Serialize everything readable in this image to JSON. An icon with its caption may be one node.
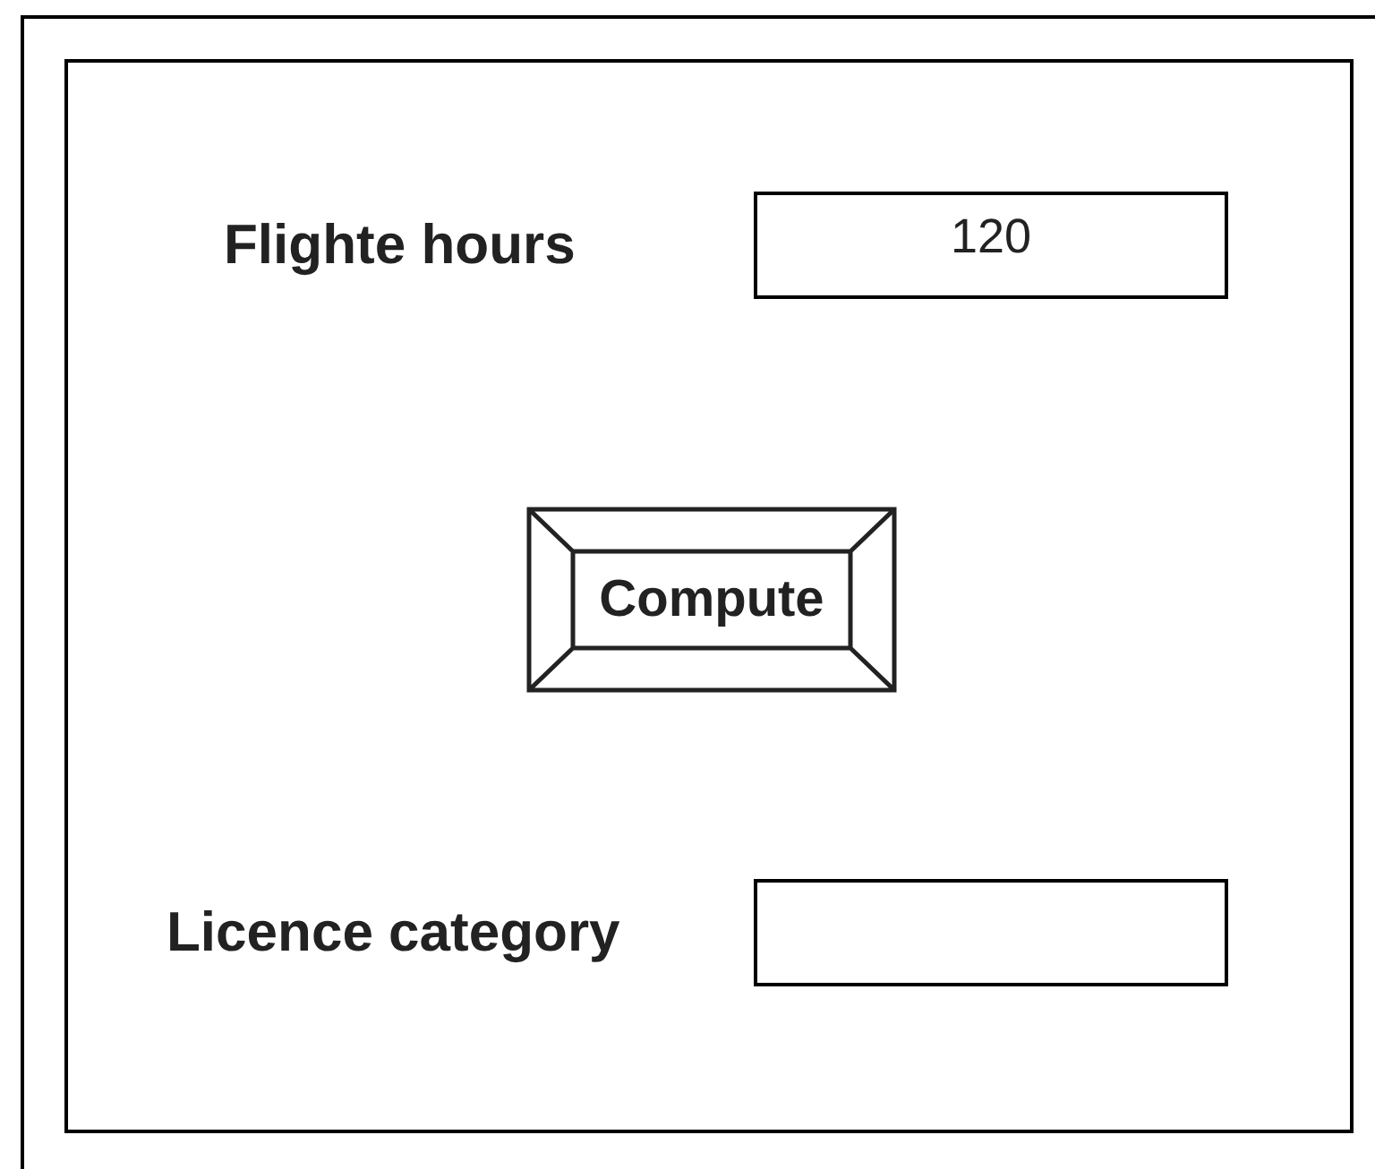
{
  "diagram": {
    "nodes": [
      {
        "text": [],
        "shape": "box"
      },
      {
        "text": [
          "120"
        ],
        "in": 0
      },
      {
        "text": [
          "Compute"
        ],
        "in": 0
      },
      {
        "text": [],
        "shape": "box",
        "in": 0
      }
    ],
    "edges": [],
    "labels": [
      "Flighte hours",
      "Licence category"
    ]
  }
}
